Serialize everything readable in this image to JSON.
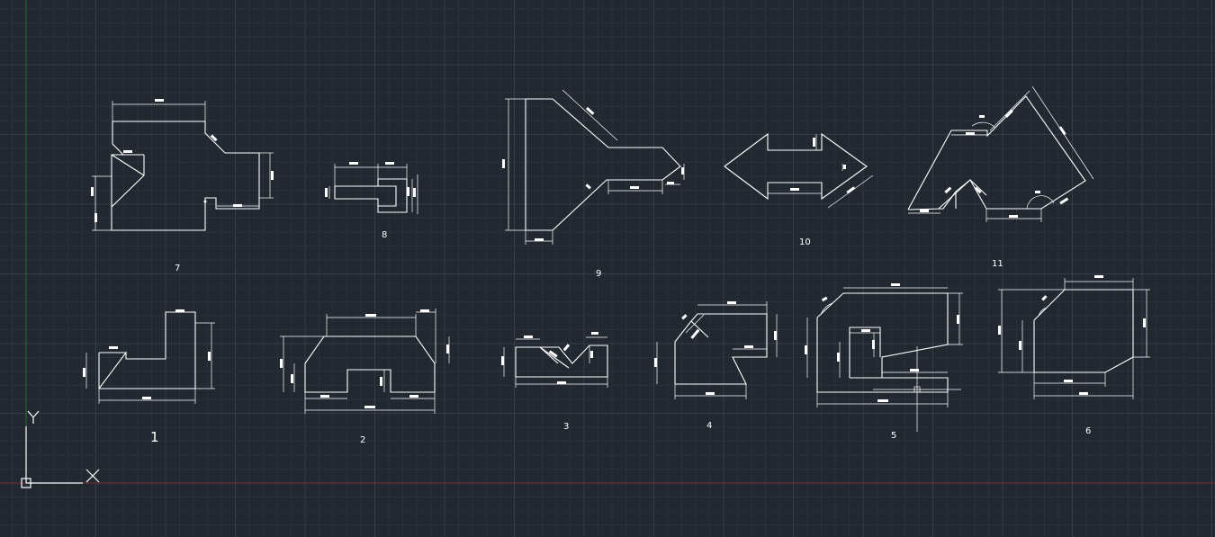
{
  "app": {
    "name": "CAD drawing viewport"
  },
  "colors": {
    "background": "#212830",
    "grid_minor": "#2a313b",
    "grid_major": "#353d48",
    "x_axis": "#7a2f35",
    "y_axis": "#2f6b3a",
    "geometry": "#ffffff"
  },
  "ucs": {
    "x_label": "X",
    "y_label": "Y",
    "icon": "ucs-icon"
  },
  "drawings": {
    "labels": [
      "1",
      "2",
      "3",
      "4",
      "5",
      "6",
      "7",
      "8",
      "9",
      "10",
      "11"
    ]
  }
}
